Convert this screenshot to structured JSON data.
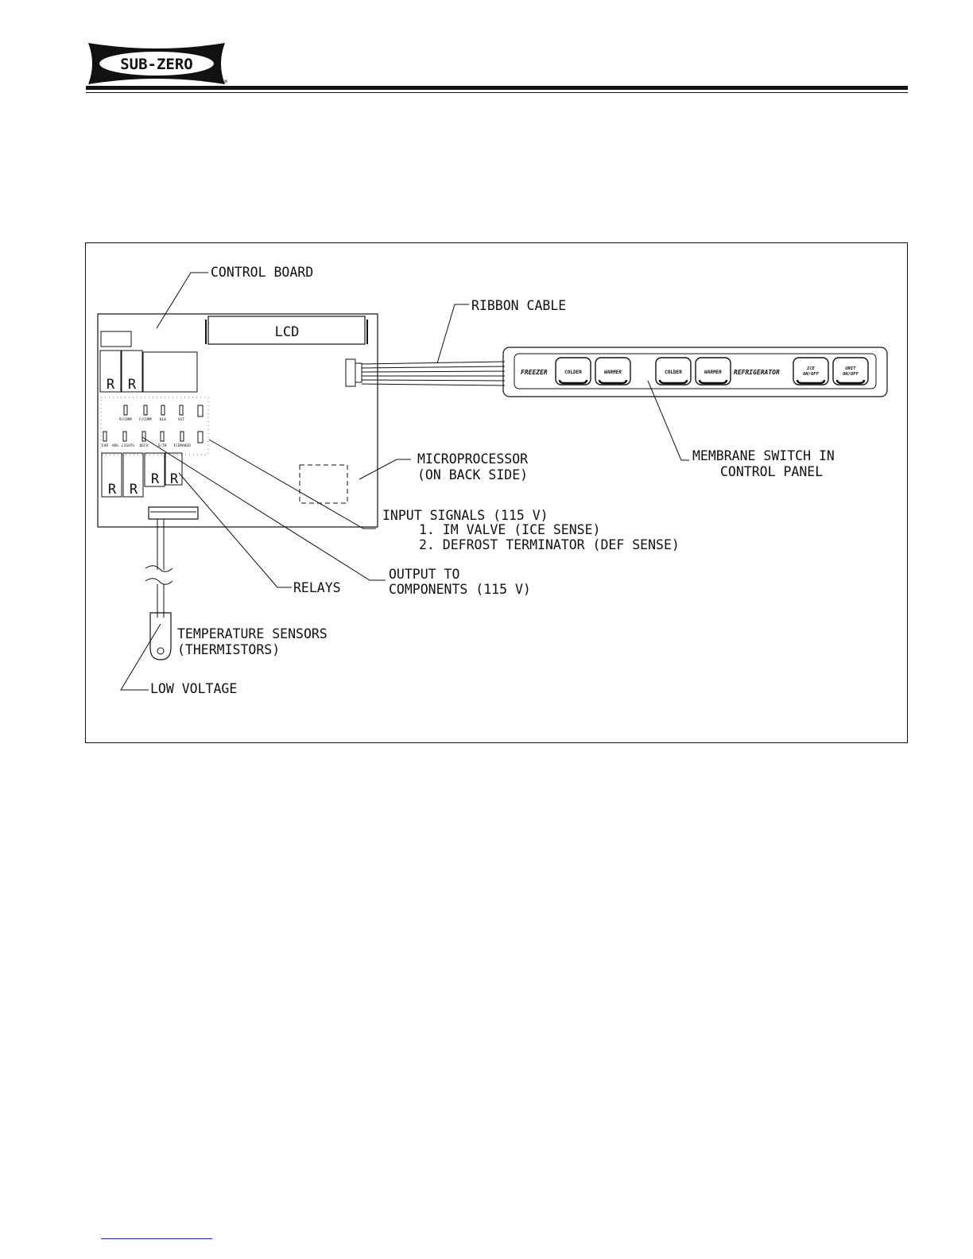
{
  "brand": {
    "logo_text": "SUB-ZERO",
    "registered_mark": "®"
  },
  "diagram": {
    "labels": {
      "control_board": "CONTROL BOARD",
      "lcd": "LCD",
      "ribbon_cable": "RIBBON CABLE",
      "microprocessor_line1": "MICROPROCESSOR",
      "microprocessor_line2": "(ON BACK SIDE)",
      "membrane_line1": "MEMBRANE SWITCH IN",
      "membrane_line2": "CONTROL PANEL",
      "input_title": "INPUT SIGNALS (115 V)",
      "input_item1": "1. IM VALVE (ICE SENSE)",
      "input_item2": "2. DEFROST TERMINATOR (DEF SENSE)",
      "output_line1": "OUTPUT TO",
      "output_line2": "COMPONENTS (115 V)",
      "relays": "RELAYS",
      "temp_line1": "TEMPERATURE SENSORS",
      "temp_line2": "(THERMISTORS)",
      "low_voltage": "LOW VOLTAGE",
      "relay_letter": "R"
    },
    "board_terminal_labels": {
      "row1": [
        "R/COMP",
        "F/COMP",
        "BLK",
        "VST"
      ],
      "row2": [
        "EVR",
        "ARG",
        "LIGHTS",
        "DEFO",
        "S/TR",
        "ICEMAKER"
      ]
    },
    "control_panel": {
      "freezer_label": "FREEZER",
      "refrigerator_label": "REFRIGERATOR",
      "buttons": {
        "freezer_colder": "COLDER",
        "freezer_warmer": "WARMER",
        "refrigerator_colder": "COLDER",
        "refrigerator_warmer": "WARMER",
        "ice_line1": "ICE",
        "ice_line2": "ON/OFF",
        "unit_line1": "UNIT",
        "unit_line2": "ON/OFF"
      }
    }
  }
}
